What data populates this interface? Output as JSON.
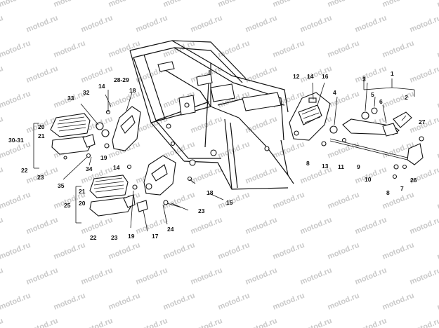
{
  "watermark": "motod.ru",
  "callouts": [
    "1",
    "2",
    "3",
    "4",
    "5",
    "6",
    "7",
    "8",
    "8",
    "9",
    "10",
    "11",
    "12",
    "13",
    "14",
    "14",
    "14",
    "15",
    "16",
    "17",
    "18",
    "18",
    "19",
    "19",
    "20",
    "20",
    "21",
    "21",
    "22",
    "22",
    "23",
    "23",
    "23",
    "24",
    "25",
    "26",
    "27",
    "28-29",
    "30-31",
    "32",
    "33",
    "34",
    "35"
  ]
}
